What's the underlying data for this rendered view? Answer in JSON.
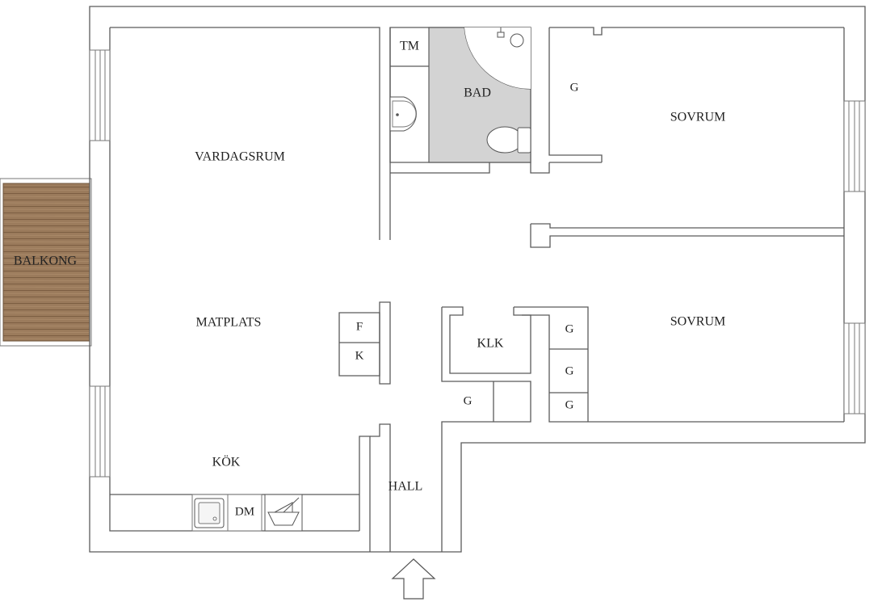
{
  "colors": {
    "wall": "#5a5a5a",
    "bathroom_fill": "#d3d3d3",
    "balcony_wood": "#9b7b5c",
    "background": "#ffffff"
  },
  "rooms": {
    "vardagsrum": "VARDAGSRUM",
    "matplats": "MATPLATS",
    "kok": "KÖK",
    "balkong": "BALKONG",
    "hall": "HALL",
    "bad": "BAD",
    "tm": "TM",
    "sovrum_top": "SOVRUM",
    "sovrum_bottom": "SOVRUM",
    "klk": "KLK"
  },
  "fixtures": {
    "fridge": "F",
    "freezer": "K",
    "dishwasher": "DM",
    "wardrobe_bed1": "G",
    "wardrobe_bed2_a": "G",
    "wardrobe_bed2_b": "G",
    "wardrobe_bed2_c": "G",
    "wardrobe_hall": "G"
  },
  "icons": {
    "entrance": "entrance-arrow-icon",
    "sink": "sink-icon",
    "stove": "stove-icon",
    "toilet": "toilet-icon",
    "washbasin": "washbasin-icon",
    "shower": "shower-icon"
  }
}
